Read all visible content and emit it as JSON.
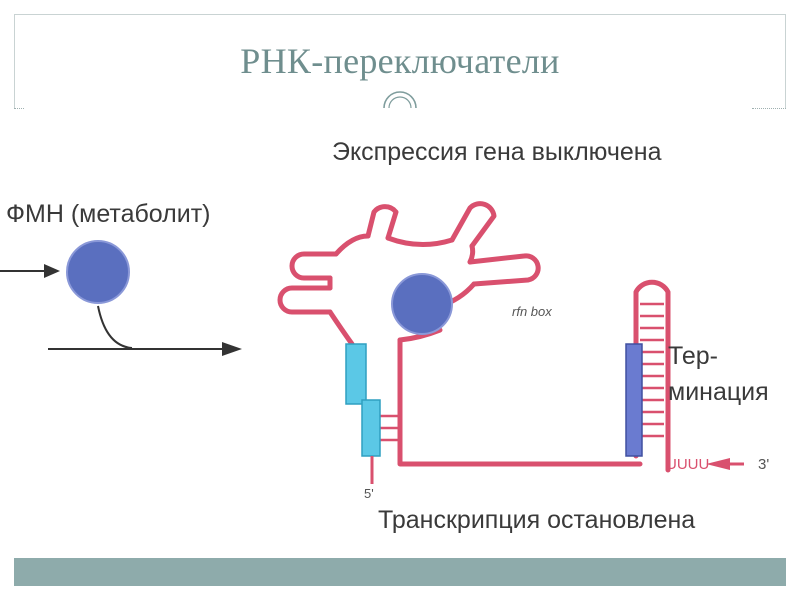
{
  "slide": {
    "title": "РНК-переключатели"
  },
  "diagram": {
    "metabolite_label": "ФМН (метаболит)",
    "expression_label": "Экспрессия гена выключена",
    "rfn_box_label": "rfn box",
    "termination_label_line1": "Тер-",
    "termination_label_line2": "минация",
    "tail_label": "UUUU",
    "three_prime_label": "3'",
    "five_prime_label": "5'",
    "transcription_label": "Транскрипция остановлена"
  },
  "colors": {
    "title": "#6f8e8e",
    "bottom_bar": "#8eabab",
    "rna_strand": "#d9506e",
    "metabolite": "#5a6fbf",
    "anti_terminator": "#5bc8e6",
    "terminator": "#6a7bd0"
  }
}
